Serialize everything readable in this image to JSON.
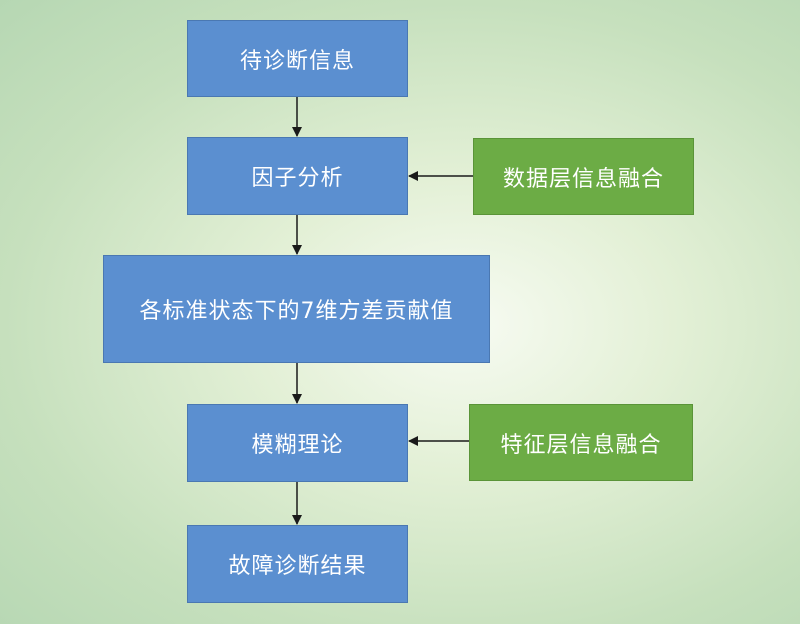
{
  "diagram": {
    "nodes": {
      "pending_info": "待诊断信息",
      "factor_analysis": "因子分析",
      "variance_contribution": "各标准状态下的7维方差贡献值",
      "fuzzy_theory": "模糊理论",
      "diagnosis_result": "故障诊断结果",
      "data_fusion": "数据层信息融合",
      "feature_fusion": "特征层信息融合"
    },
    "colors": {
      "main_box": "#5b8fd0",
      "side_box": "#6cac45",
      "arrow": "#1a1a1a"
    }
  }
}
